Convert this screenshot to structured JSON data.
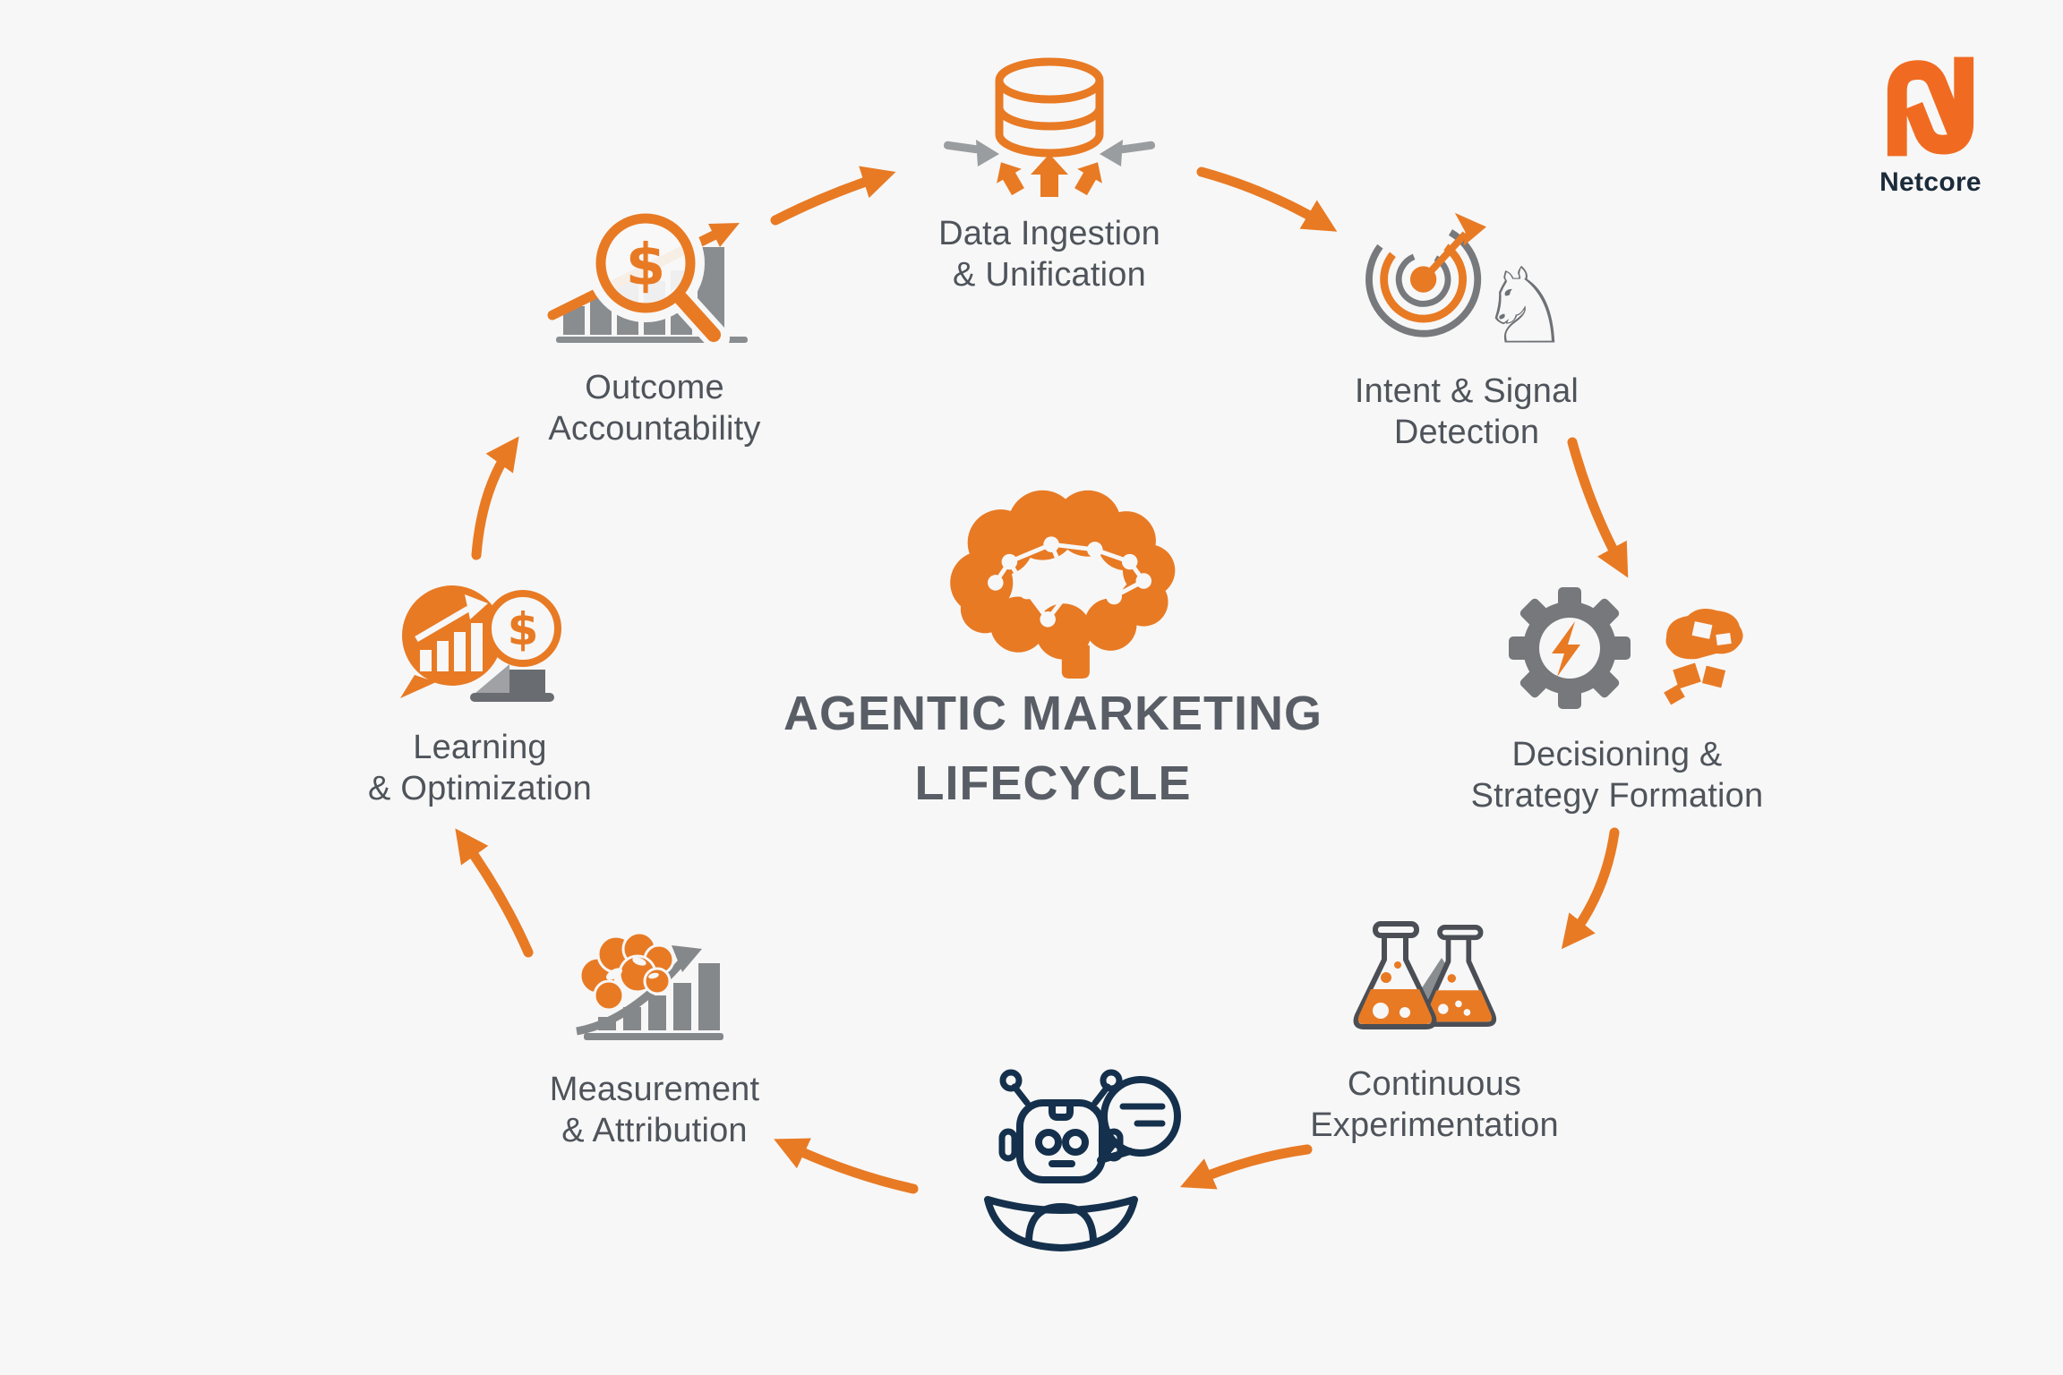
{
  "page": {
    "background_color": "#f7f7f7"
  },
  "brand": {
    "name": "Netcore",
    "mark_color": "#F06B21",
    "wordmark_color": "#1C2B3A"
  },
  "center": {
    "brain_icon": "neural-brain-icon",
    "title_line1": "AGENTIC MARKETING",
    "title_line2": "LIFECYCLE",
    "title_color": "#595E66"
  },
  "colors": {
    "accent_orange": "#E87A24",
    "icon_gray": "#85888B",
    "outline_gray": "#4B4F55",
    "label_gray": "#4F545B",
    "robot_navy": "#14304C"
  },
  "flow": {
    "direction": "clockwise",
    "arrow_color": "#E87A24",
    "arrow_count": 8,
    "connections": [
      "learning-optimization to outcome-accountability",
      "outcome-accountability to data-ingestion-unification",
      "data-ingestion-unification to intent-signal-detection",
      "intent-signal-detection to decisioning-strategy-formation",
      "decisioning-strategy-formation to continuous-experimentation",
      "continuous-experimentation to ai-agent",
      "ai-agent to measurement-attribution",
      "measurement-attribution to learning-optimization"
    ]
  },
  "stages": [
    {
      "id": "data-ingestion-unification",
      "icon": "database-ingest-icon",
      "label_line1": "Data Ingestion",
      "label_line2": "& Unification"
    },
    {
      "id": "intent-signal-detection",
      "icon": "target-knight-icon",
      "label_line1": "Intent & Signal",
      "label_line2": "Detection"
    },
    {
      "id": "decisioning-strategy-formation",
      "icon": "gear-bolt-icon",
      "label_line1": "Decisioning &",
      "label_line2": "Strategy Formation"
    },
    {
      "id": "continuous-experimentation",
      "icon": "flasks-icon",
      "label_line1": "Continuous",
      "label_line2": "Experimentation"
    },
    {
      "id": "ai-agent",
      "icon": "robot-chat-icon"
    },
    {
      "id": "measurement-attribution",
      "icon": "brain-chart-icon",
      "label_line1": "Measurement",
      "label_line2": "& Attribution"
    },
    {
      "id": "learning-optimization",
      "icon": "chat-chart-dollar-icon",
      "label_line1": "Learning",
      "label_line2": "& Optimization"
    },
    {
      "id": "outcome-accountability",
      "icon": "magnifier-chart-icon",
      "label_line1": "Outcome",
      "label_line2": "Accountability"
    }
  ]
}
